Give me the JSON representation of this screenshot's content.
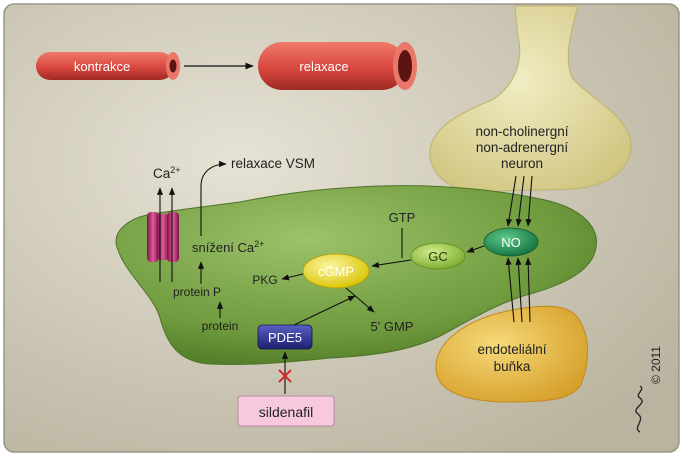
{
  "labels": {
    "contraction": "kontrakce",
    "relaxation": "relaxace",
    "neuron": [
      "non-cholinergní",
      "non-adrenergní",
      "neuron"
    ],
    "ca": "Ca",
    "ca_sup": "2+",
    "vsm_relax": "relaxace VSM",
    "ca_decrease": "snížení Ca",
    "ca_decrease_sup": "2+",
    "gtp": "GTP",
    "gc": "GC",
    "no": "NO",
    "cgmp": "cGMP",
    "pkg": "PKG",
    "protein_p": "protein P",
    "protein": "protein",
    "gmp": "5' GMP",
    "pde5": "PDE5",
    "endothelial": [
      "endoteliální",
      "buňka"
    ],
    "sildenafil": "sildenafil",
    "copyright": "© 2011"
  },
  "colors": {
    "background": "#cfc9b8",
    "muscle_cell": "#6f9a3d",
    "vessel": "#d8473f",
    "neuron": "#e3dca0",
    "endothelial": "#e3b43a",
    "no_node": "#1f8a50",
    "gc_node": "#9ccc4a",
    "cgmp_node": "#ecd826",
    "pde5_box": "#2c2f8a",
    "channel": "#b8256b",
    "sildenafil_box": "#f8c9de",
    "inhibit_mark": "#d42a2a"
  }
}
